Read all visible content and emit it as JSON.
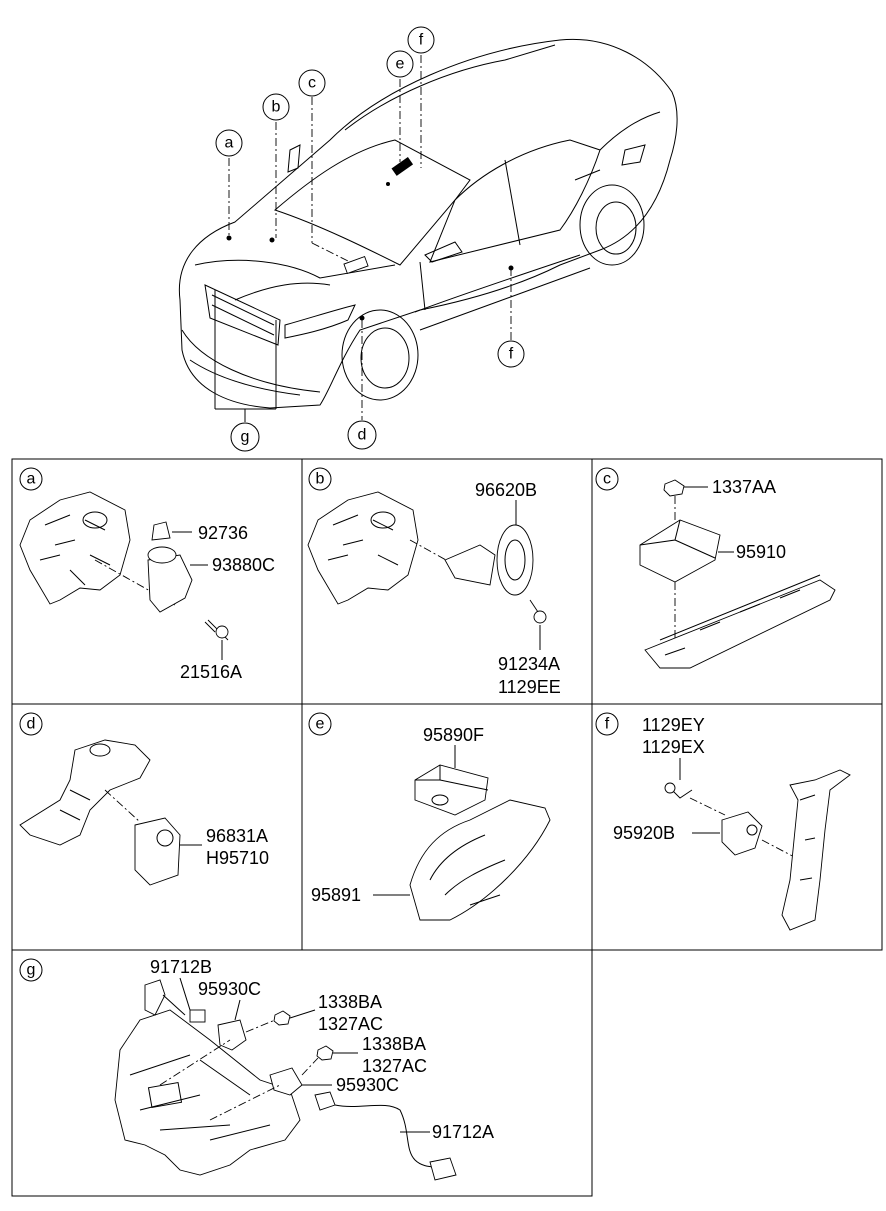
{
  "callouts": {
    "car": [
      "a",
      "b",
      "c",
      "e",
      "f",
      "f",
      "g",
      "d"
    ],
    "panels": [
      "a",
      "b",
      "c",
      "d",
      "e",
      "f",
      "g"
    ]
  },
  "parts": {
    "a": [
      "92736",
      "93880C",
      "21516A"
    ],
    "b": [
      "96620B",
      "91234A",
      "1129EE"
    ],
    "c": [
      "1337AA",
      "95910"
    ],
    "d": [
      "96831A",
      "H95710"
    ],
    "e": [
      "95890F",
      "95891"
    ],
    "f": [
      "1129EY",
      "1129EX",
      "95920B"
    ],
    "g": [
      "91712B",
      "95930C",
      "1338BA",
      "1327AC",
      "1338BA",
      "1327AC",
      "95930C",
      "91712A"
    ]
  }
}
